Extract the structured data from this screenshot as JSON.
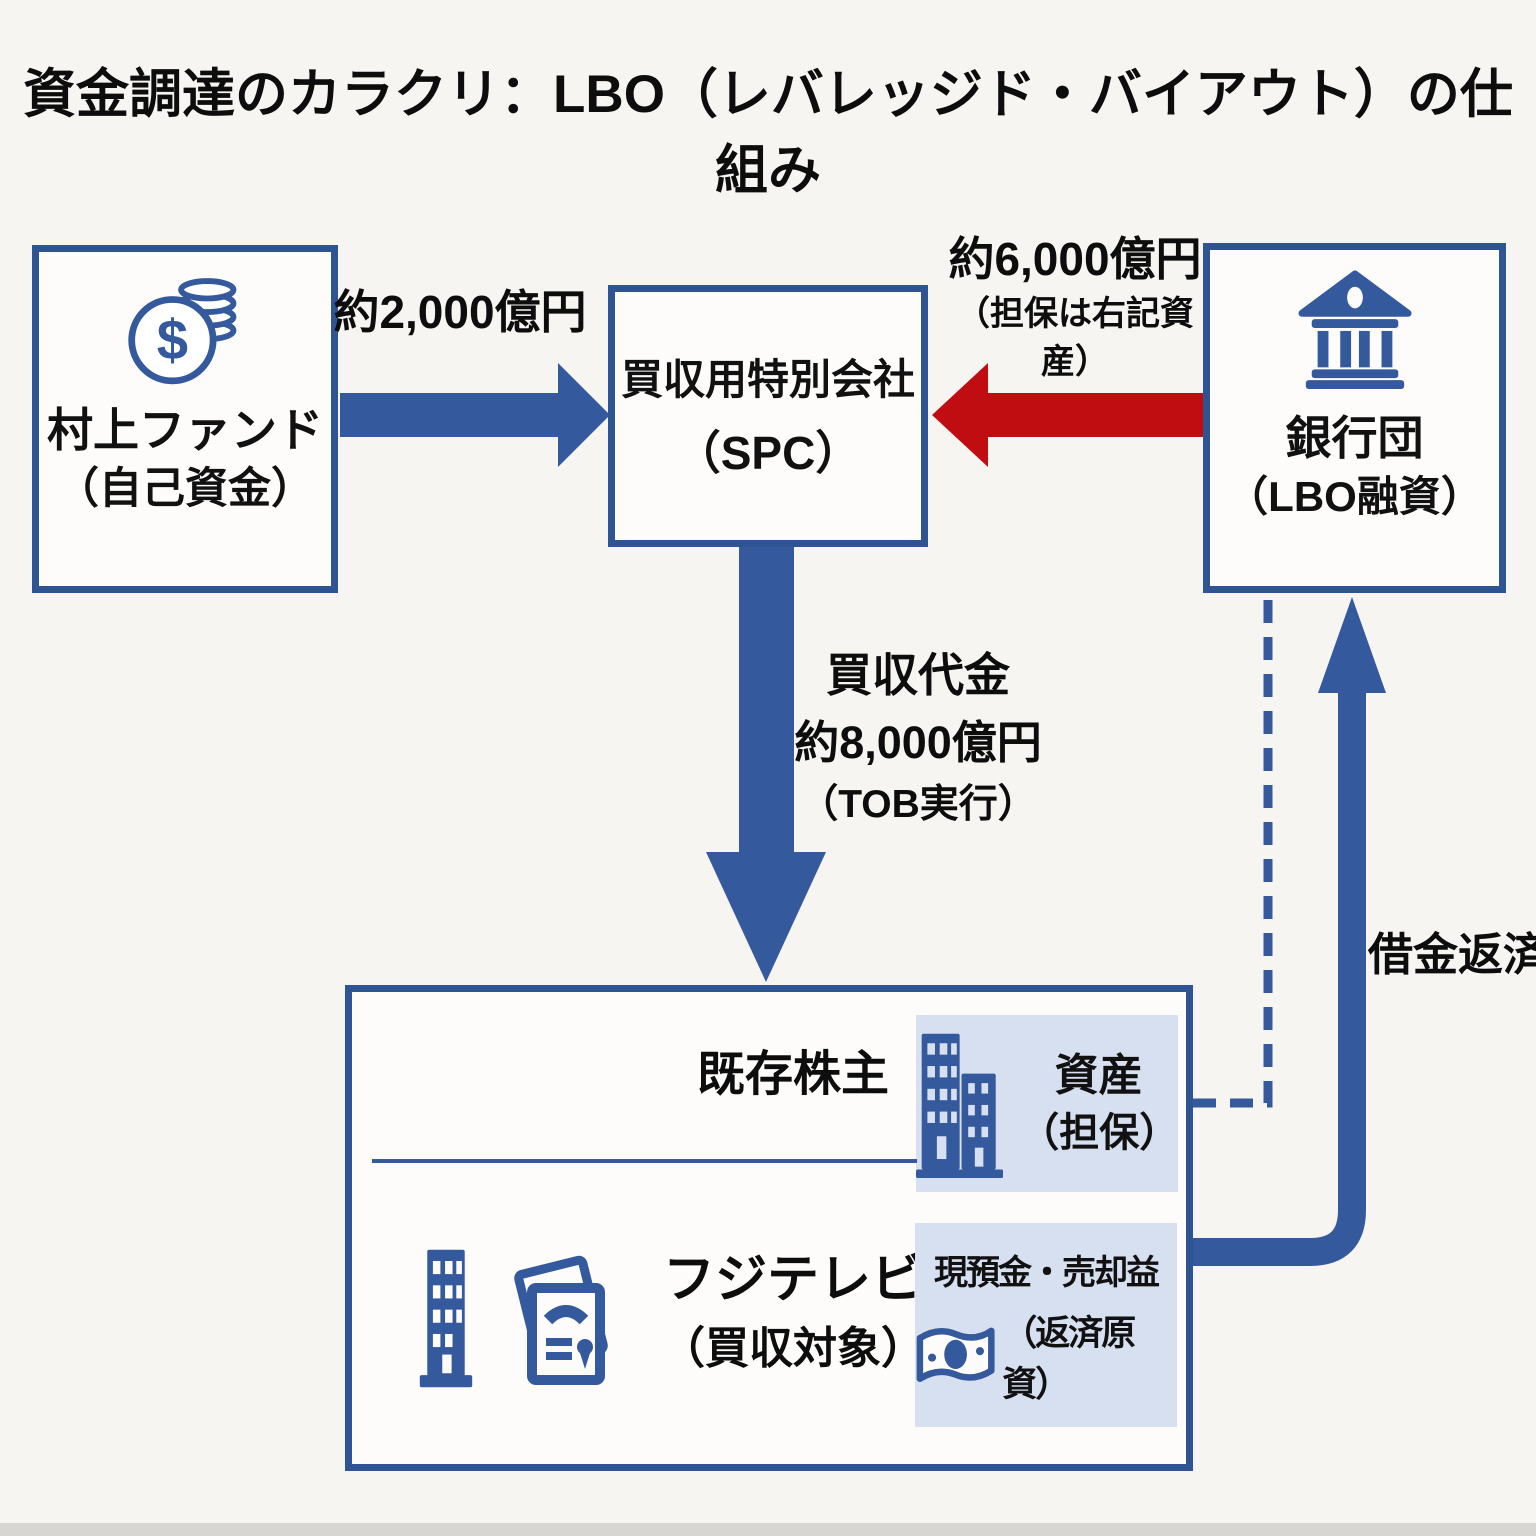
{
  "title": "資金調達のカラクリ：LBO（レバレッジド・バイアウト）の仕組み",
  "nodes": {
    "fund": {
      "name": "村上ファンド",
      "sub": "（自己資金）",
      "icon": "coin-icon"
    },
    "spc": {
      "name": "買収用特別会社",
      "sub": "（SPC）"
    },
    "bank": {
      "name": "銀行団",
      "sub": "（LBO融資）",
      "icon": "bank-icon"
    },
    "target": {
      "shareholders": "既存株主",
      "company": "フジテレビ",
      "company_sub": "（買収対象）",
      "company_icons": [
        "building-icon",
        "certificate-icon"
      ],
      "asset_panel": {
        "label": "資産",
        "sub": "（担保）",
        "icon": "buildings-icon"
      },
      "cash_panel": {
        "label": "現預金・売却益",
        "sub": "（返済原資）",
        "icon": "banknote-icon"
      }
    }
  },
  "flows": {
    "equity": {
      "label": "約2,000億円",
      "from": "fund",
      "to": "spc",
      "style": "solid-arrow",
      "color": "#35599d"
    },
    "loan": {
      "label": "約6,000億円",
      "sub": "（担保は右記資産）",
      "from": "bank",
      "to": "spc",
      "style": "solid-arrow",
      "color": "#c00d12"
    },
    "acquisition": {
      "label_1": "買収代金",
      "label_2": "約8,000億円",
      "label_3": "（TOB実行）",
      "from": "spc",
      "to": "target",
      "style": "solid-arrow",
      "color": "#35599d"
    },
    "repayment": {
      "label": "借金返済",
      "from": "target",
      "to": "bank",
      "style": "solid-elbow-arrow",
      "color": "#35599d"
    },
    "collateral": {
      "from": "asset_panel",
      "to": "bank",
      "style": "dashed-line",
      "color": "#35599d"
    }
  },
  "colors": {
    "background": "#f7f5f1",
    "box_border": "#2f5494",
    "box_fill": "#fdfcfa",
    "blue": "#35599d",
    "red": "#c00d12",
    "panel_blue": "#d7e0f0",
    "text": "#111111"
  }
}
